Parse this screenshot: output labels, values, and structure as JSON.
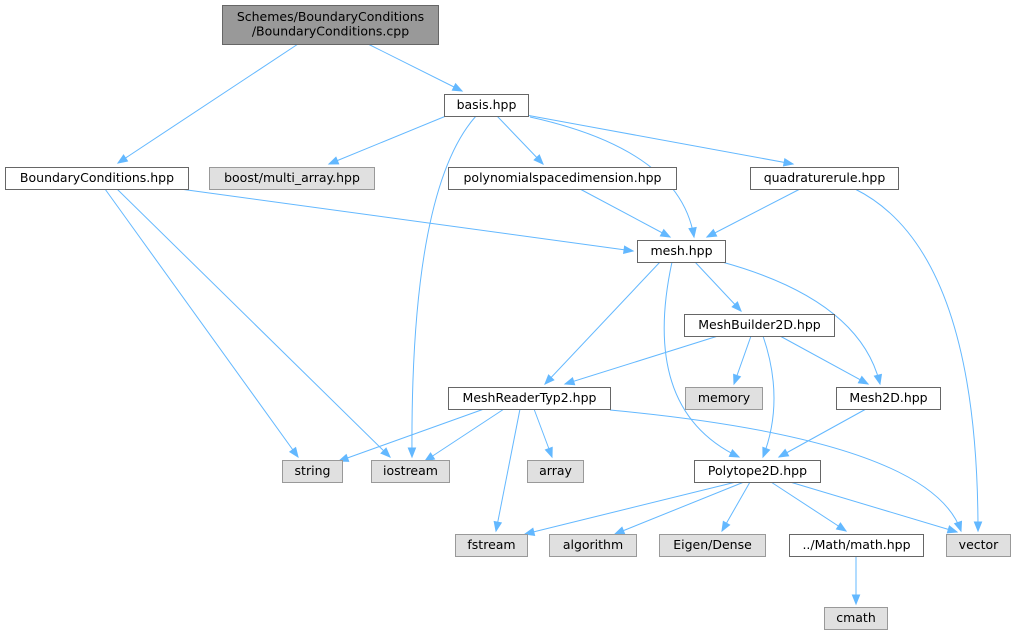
{
  "colors": {
    "root_fill": "#999999",
    "root_stroke": "#666666",
    "file_fill": "#ffffff",
    "file_stroke": "#666666",
    "system_fill": "#e0e0e0",
    "system_stroke": "#999999",
    "edge": "#63b8ff"
  },
  "nodes": [
    {
      "id": "bc_cpp",
      "kind": "root",
      "lines": [
        "Schemes/BoundaryConditions",
        "/BoundaryConditions.cpp"
      ]
    },
    {
      "id": "basis",
      "kind": "file",
      "lines": [
        "basis.hpp"
      ]
    },
    {
      "id": "bc_hpp",
      "kind": "file",
      "lines": [
        "BoundaryConditions.hpp"
      ]
    },
    {
      "id": "boost_ma",
      "kind": "system",
      "lines": [
        "boost/multi_array.hpp"
      ]
    },
    {
      "id": "polydim",
      "kind": "file",
      "lines": [
        "polynomialspacedimension.hpp"
      ]
    },
    {
      "id": "quadrule",
      "kind": "file",
      "lines": [
        "quadraturerule.hpp"
      ]
    },
    {
      "id": "mesh",
      "kind": "file",
      "lines": [
        "mesh.hpp"
      ]
    },
    {
      "id": "meshbuilder",
      "kind": "file",
      "lines": [
        "MeshBuilder2D.hpp"
      ]
    },
    {
      "id": "meshreader",
      "kind": "file",
      "lines": [
        "MeshReaderTyp2.hpp"
      ]
    },
    {
      "id": "memory",
      "kind": "system",
      "lines": [
        "memory"
      ]
    },
    {
      "id": "mesh2d",
      "kind": "file",
      "lines": [
        "Mesh2D.hpp"
      ]
    },
    {
      "id": "string",
      "kind": "system",
      "lines": [
        "string"
      ]
    },
    {
      "id": "iostream",
      "kind": "system",
      "lines": [
        "iostream"
      ]
    },
    {
      "id": "array",
      "kind": "system",
      "lines": [
        "array"
      ]
    },
    {
      "id": "polytope",
      "kind": "file",
      "lines": [
        "Polytope2D.hpp"
      ]
    },
    {
      "id": "fstream",
      "kind": "system",
      "lines": [
        "fstream"
      ]
    },
    {
      "id": "algorithm",
      "kind": "system",
      "lines": [
        "algorithm"
      ]
    },
    {
      "id": "eigen",
      "kind": "system",
      "lines": [
        "Eigen/Dense"
      ]
    },
    {
      "id": "mathhpp",
      "kind": "file",
      "lines": [
        "../Math/math.hpp"
      ]
    },
    {
      "id": "vector",
      "kind": "system",
      "lines": [
        "vector"
      ]
    },
    {
      "id": "cmath",
      "kind": "system",
      "lines": [
        "cmath"
      ]
    }
  ],
  "edges": [
    {
      "from": "bc_cpp",
      "to": "bc_hpp"
    },
    {
      "from": "bc_cpp",
      "to": "basis"
    },
    {
      "from": "basis",
      "to": "boost_ma"
    },
    {
      "from": "basis",
      "to": "polydim"
    },
    {
      "from": "basis",
      "to": "quadrule"
    },
    {
      "from": "basis",
      "to": "mesh"
    },
    {
      "from": "basis",
      "to": "iostream"
    },
    {
      "from": "bc_hpp",
      "to": "mesh"
    },
    {
      "from": "bc_hpp",
      "to": "string"
    },
    {
      "from": "bc_hpp",
      "to": "iostream"
    },
    {
      "from": "polydim",
      "to": "mesh"
    },
    {
      "from": "quadrule",
      "to": "mesh"
    },
    {
      "from": "quadrule",
      "to": "vector"
    },
    {
      "from": "mesh",
      "to": "meshbuilder"
    },
    {
      "from": "mesh",
      "to": "meshreader"
    },
    {
      "from": "mesh",
      "to": "mesh2d"
    },
    {
      "from": "mesh",
      "to": "polytope"
    },
    {
      "from": "meshbuilder",
      "to": "meshreader"
    },
    {
      "from": "meshbuilder",
      "to": "memory"
    },
    {
      "from": "meshbuilder",
      "to": "mesh2d"
    },
    {
      "from": "meshbuilder",
      "to": "polytope"
    },
    {
      "from": "meshreader",
      "to": "string"
    },
    {
      "from": "meshreader",
      "to": "iostream"
    },
    {
      "from": "meshreader",
      "to": "array"
    },
    {
      "from": "meshreader",
      "to": "fstream"
    },
    {
      "from": "meshreader",
      "to": "vector"
    },
    {
      "from": "mesh2d",
      "to": "polytope"
    },
    {
      "from": "polytope",
      "to": "fstream"
    },
    {
      "from": "polytope",
      "to": "algorithm"
    },
    {
      "from": "polytope",
      "to": "eigen"
    },
    {
      "from": "polytope",
      "to": "mathhpp"
    },
    {
      "from": "polytope",
      "to": "vector"
    },
    {
      "from": "mathhpp",
      "to": "cmath"
    }
  ]
}
